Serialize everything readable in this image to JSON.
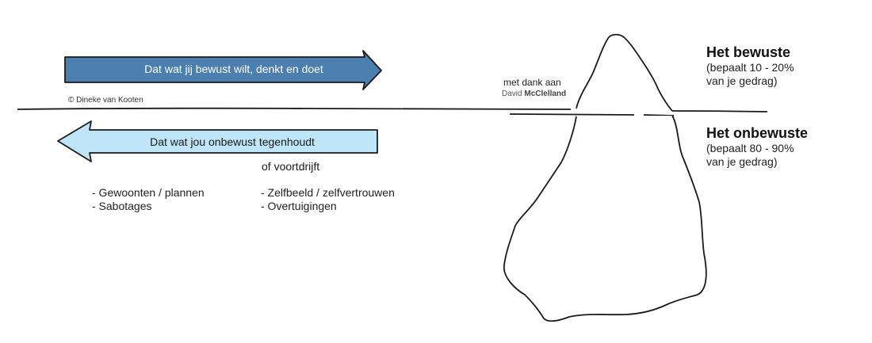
{
  "colors": {
    "upper_arrow_fill": "#4a7fb0",
    "lower_arrow_fill": "#bfe6f8",
    "outline": "#1a1a1a"
  },
  "arrows": {
    "upper": "Dat wat jij bewust wilt, denkt en doet",
    "lower": "Dat wat jou onbewust tegenhoudt",
    "lower_continuation": "of voortdrijft"
  },
  "copyright": "© Dineke van Kooten",
  "thanks": {
    "line1": "met dank aan",
    "first_name": "David",
    "last_name": "McClelland"
  },
  "conscious": {
    "title": "Het bewuste",
    "line1": "(bepaalt 10 - 20%",
    "line2": "van je gedrag)"
  },
  "unconscious": {
    "title": "Het onbewuste",
    "line1": "(bepaalt 80 - 90%",
    "line2": "van je gedrag)"
  },
  "list_left": [
    "- Gewoonten / plannen",
    "- Sabotages"
  ],
  "list_right": [
    "- Zelfbeeld / zelfvertrouwen",
    "- Overtuigingen"
  ]
}
